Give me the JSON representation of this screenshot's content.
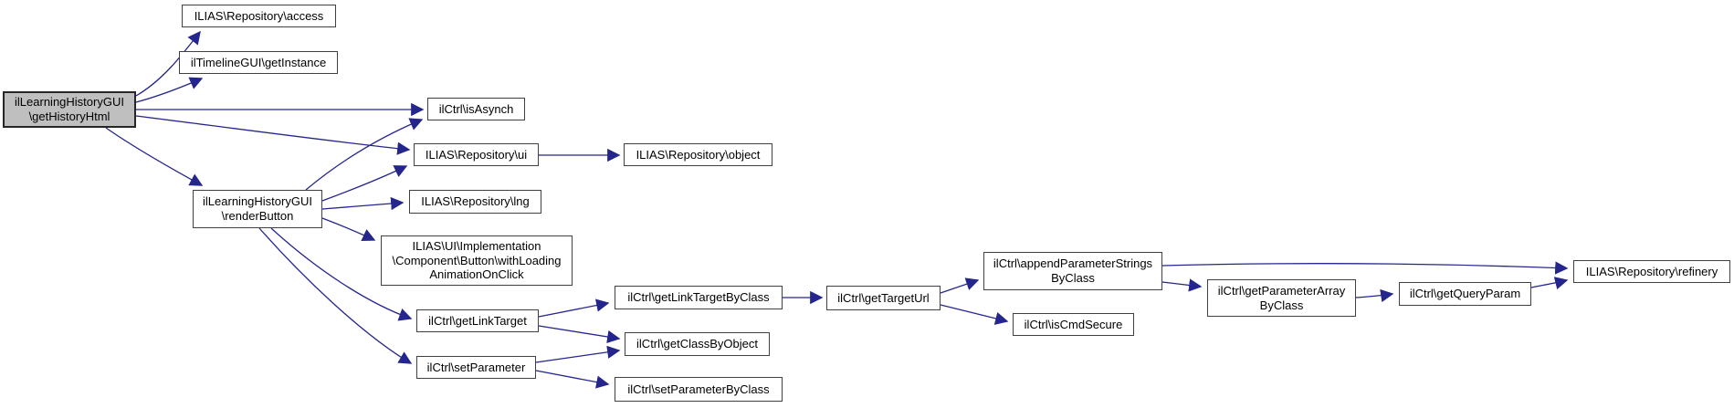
{
  "diagram": {
    "type": "call-graph",
    "colors": {
      "edge": "#25258e",
      "node_fill": "#ffffff",
      "node_border": "#404040",
      "highlight_fill": "#bfbfbf",
      "highlight_border": "#262626",
      "text": "#000000",
      "background": "#ffffff"
    },
    "nodes": {
      "getHistoryHtml": {
        "label": "ilLearningHistoryGUI\n\\getHistoryHtml",
        "highlighted": true
      },
      "access": {
        "label": "ILIAS\\Repository\\access",
        "highlighted": false
      },
      "getInstance": {
        "label": "ilTimelineGUI\\getInstance",
        "highlighted": false
      },
      "isAsynch": {
        "label": "ilCtrl\\isAsynch",
        "highlighted": false
      },
      "ui": {
        "label": "ILIAS\\Repository\\ui",
        "highlighted": false
      },
      "object": {
        "label": "ILIAS\\Repository\\object",
        "highlighted": false
      },
      "lng": {
        "label": "ILIAS\\Repository\\lng",
        "highlighted": false
      },
      "renderButton": {
        "label": "ilLearningHistoryGUI\n\\renderButton",
        "highlighted": false
      },
      "withLoadingAnimationOnClick": {
        "label": "ILIAS\\UI\\Implementation\n\\Component\\Button\\withLoading\nAnimationOnClick",
        "highlighted": false
      },
      "getLinkTarget": {
        "label": "ilCtrl\\getLinkTarget",
        "highlighted": false
      },
      "setParameter": {
        "label": "ilCtrl\\setParameter",
        "highlighted": false
      },
      "getLinkTargetByClass": {
        "label": "ilCtrl\\getLinkTargetByClass",
        "highlighted": false
      },
      "getClassByObject": {
        "label": "ilCtrl\\getClassByObject",
        "highlighted": false
      },
      "setParameterByClass": {
        "label": "ilCtrl\\setParameterByClass",
        "highlighted": false
      },
      "getTargetUrl": {
        "label": "ilCtrl\\getTargetUrl",
        "highlighted": false
      },
      "appendParameterStringsByClass": {
        "label": "ilCtrl\\appendParameterStrings\nByClass",
        "highlighted": false
      },
      "isCmdSecure": {
        "label": "ilCtrl\\isCmdSecure",
        "highlighted": false
      },
      "getParameterArrayByClass": {
        "label": "ilCtrl\\getParameterArray\nByClass",
        "highlighted": false
      },
      "getQueryParam": {
        "label": "ilCtrl\\getQueryParam",
        "highlighted": false
      },
      "refinery": {
        "label": "ILIAS\\Repository\\refinery",
        "highlighted": false
      }
    },
    "edges": [
      {
        "from": "getHistoryHtml",
        "to": "access"
      },
      {
        "from": "getHistoryHtml",
        "to": "getInstance"
      },
      {
        "from": "getHistoryHtml",
        "to": "isAsynch"
      },
      {
        "from": "getHistoryHtml",
        "to": "ui"
      },
      {
        "from": "getHistoryHtml",
        "to": "renderButton"
      },
      {
        "from": "renderButton",
        "to": "isAsynch"
      },
      {
        "from": "renderButton",
        "to": "ui"
      },
      {
        "from": "renderButton",
        "to": "lng"
      },
      {
        "from": "renderButton",
        "to": "withLoadingAnimationOnClick"
      },
      {
        "from": "renderButton",
        "to": "getLinkTarget"
      },
      {
        "from": "renderButton",
        "to": "setParameter"
      },
      {
        "from": "ui",
        "to": "object"
      },
      {
        "from": "getLinkTarget",
        "to": "getLinkTargetByClass"
      },
      {
        "from": "getLinkTarget",
        "to": "getClassByObject"
      },
      {
        "from": "setParameter",
        "to": "getClassByObject"
      },
      {
        "from": "setParameter",
        "to": "setParameterByClass"
      },
      {
        "from": "getLinkTargetByClass",
        "to": "getTargetUrl"
      },
      {
        "from": "getTargetUrl",
        "to": "appendParameterStringsByClass"
      },
      {
        "from": "getTargetUrl",
        "to": "isCmdSecure"
      },
      {
        "from": "appendParameterStringsByClass",
        "to": "refinery"
      },
      {
        "from": "appendParameterStringsByClass",
        "to": "getParameterArrayByClass"
      },
      {
        "from": "getParameterArrayByClass",
        "to": "getQueryParam"
      },
      {
        "from": "getQueryParam",
        "to": "refinery"
      }
    ]
  }
}
